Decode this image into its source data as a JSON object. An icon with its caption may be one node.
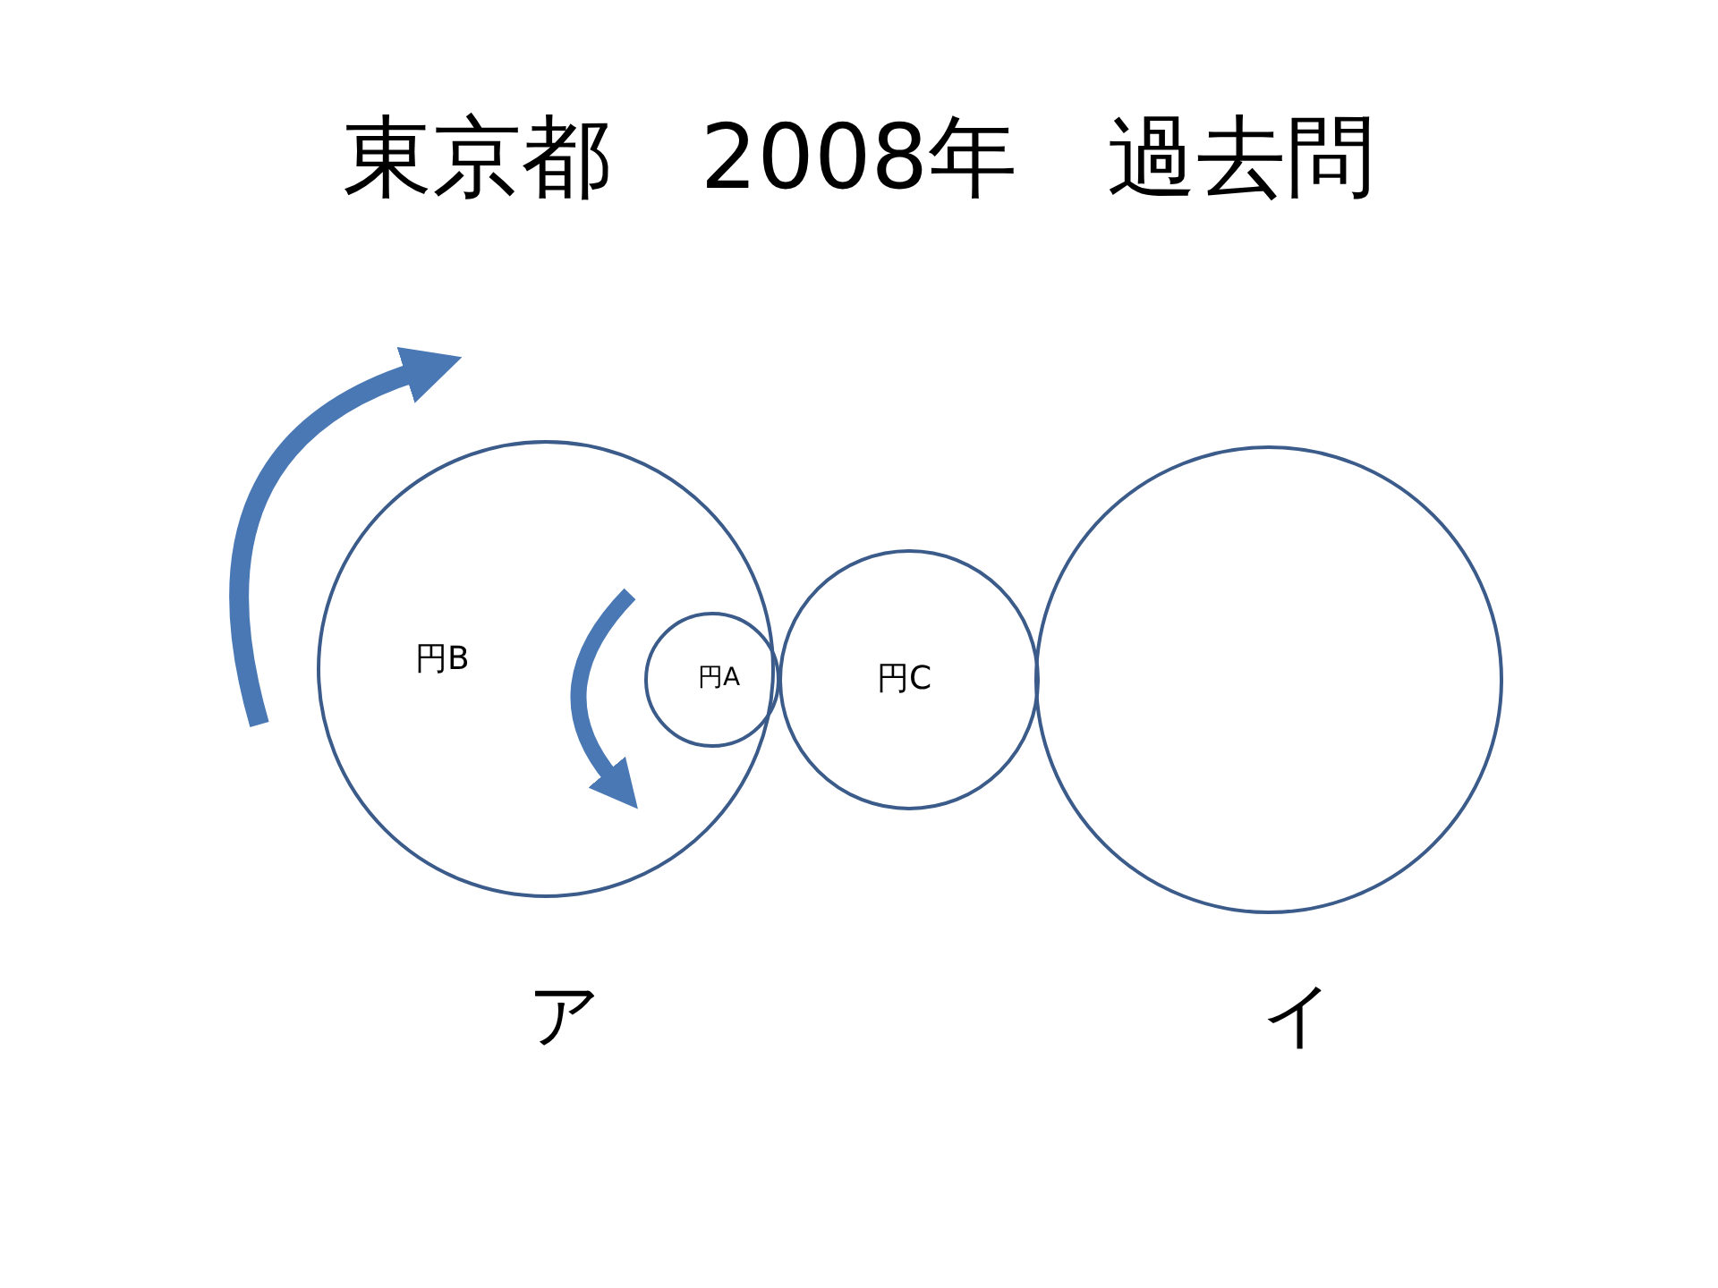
{
  "diagram": {
    "title": "東京都　2008年　過去問",
    "nodes": [
      {
        "text": [
          "円B"
        ]
      },
      {
        "text": [
          "円A"
        ],
        "in": 0
      },
      {
        "text": [
          "円C"
        ]
      },
      {
        "text": [],
        "shape": "circle"
      }
    ],
    "labels": [
      "ア",
      "イ"
    ]
  }
}
